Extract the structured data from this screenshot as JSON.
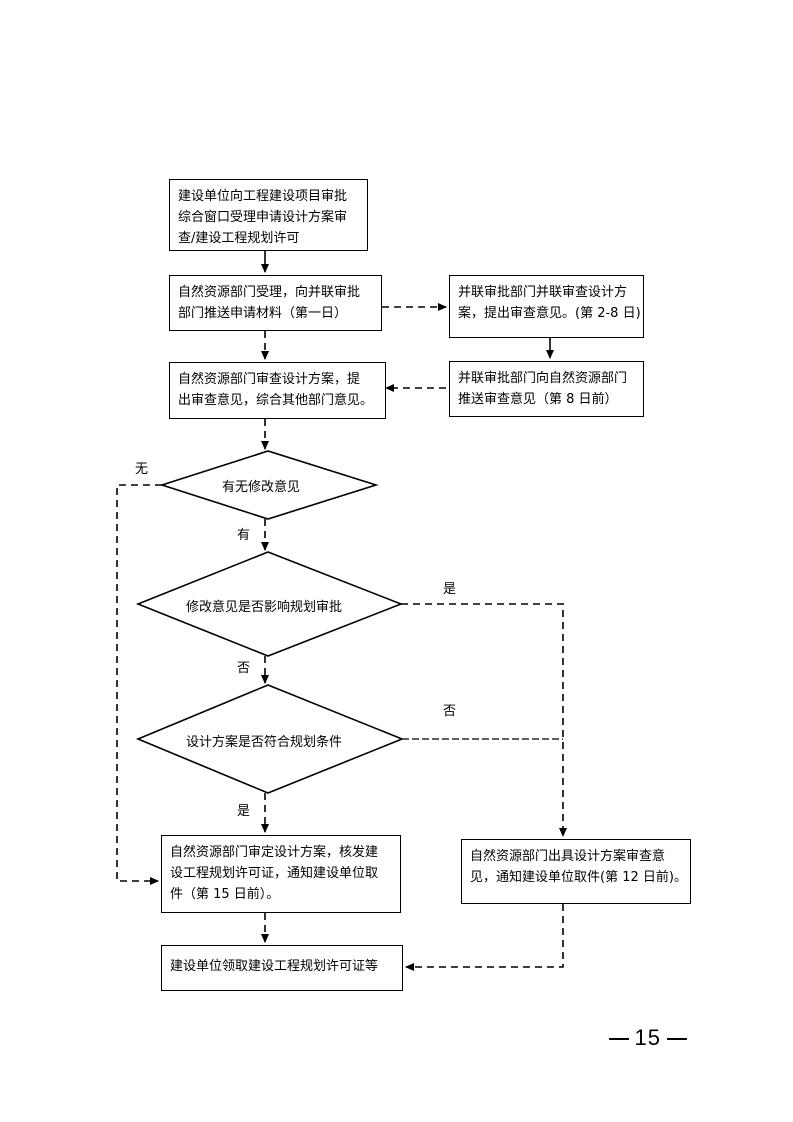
{
  "boxes": {
    "b1": [
      "建设单位向工程建设项目审批",
      "综合窗口受理申请设计方案审",
      "查/建设工程规划许可"
    ],
    "b2": [
      "自然资源部门受理，向并联审批",
      "部门推送申请材料（第一日）"
    ],
    "b3": [
      "并联审批部门并联审查设计方",
      "案，提出审查意见。(第 2-8 日)"
    ],
    "b4": [
      "并联审批部门向自然资源部门",
      "推送审查意见（第 8 日前）"
    ],
    "b5": [
      "自然资源部门审查设计方案，提",
      "出审查意见，综合其他部门意见。"
    ],
    "b6": [
      "自然资源部门审定设计方案，核发建",
      "设工程规划许可证，通知建设单位取",
      "件（第 15 日前）。"
    ],
    "b7": [
      "自然资源部门出具设计方案审查意",
      "见，通知建设单位取件(第 12 日前)。"
    ],
    "b8": [
      "建设单位领取建设工程规划许可证等"
    ]
  },
  "decisions": {
    "d1": "有无修改意见",
    "d2": "修改意见是否影响规划审批",
    "d3": "设计方案是否符合规划条件"
  },
  "labels": {
    "wu": "无",
    "you": "有",
    "shi_1": "是",
    "fou_1": "否",
    "fou_2": "否",
    "shi_2": "是"
  },
  "page_number": "15"
}
